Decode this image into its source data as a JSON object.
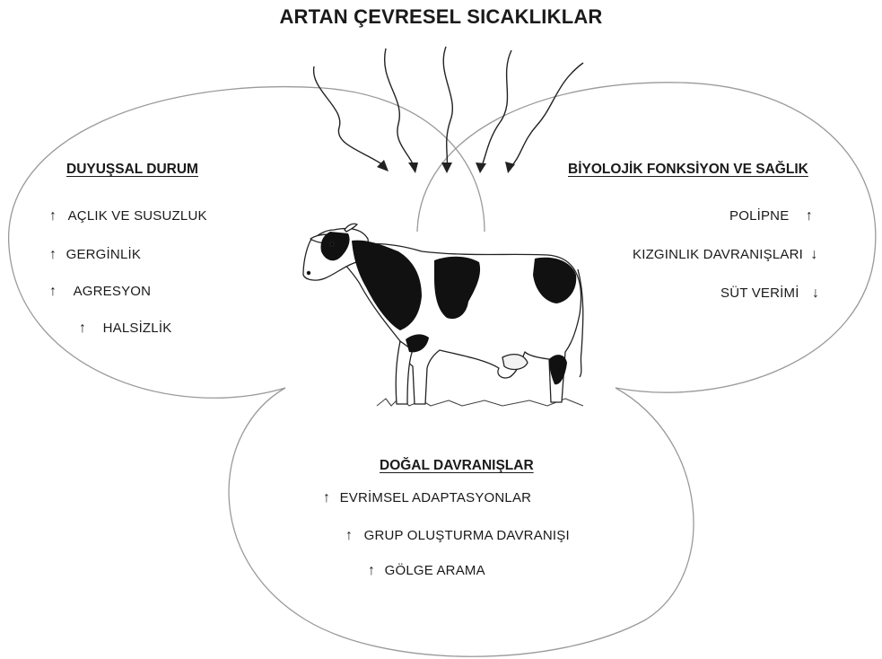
{
  "title": "ARTAN ÇEVRESEL SICAKLIKLAR",
  "sections": {
    "sensory": {
      "heading": "DUYUŞSAL DURUM",
      "items": [
        {
          "arrow": "↑",
          "label": "AÇLIK VE SUSUZLUK"
        },
        {
          "arrow": "↑",
          "label": "GERGİNLİK"
        },
        {
          "arrow": "↑",
          "label": "AGRESYON"
        },
        {
          "arrow": "↑",
          "label": "HALSİZLİK"
        }
      ]
    },
    "biological": {
      "heading": "BİYOLOJİK FONKSİYON VE SAĞLIK",
      "items": [
        {
          "arrow": "↑",
          "label": "POLİPNE"
        },
        {
          "arrow": "↓",
          "label": "KIZGINLIK DAVRANIŞLARI"
        },
        {
          "arrow": "↓",
          "label": "SÜT VERİMİ"
        }
      ]
    },
    "natural": {
      "heading": "DOĞAL DAVRANIŞLAR",
      "items": [
        {
          "arrow": "↑",
          "label": "EVRİMSEL ADAPTASYONLAR"
        },
        {
          "arrow": "↑",
          "label": "GRUP OLUŞTURMA DAVRANIŞI"
        },
        {
          "arrow": "↑",
          "label": "GÖLGE ARAMA"
        }
      ]
    }
  },
  "icons": {
    "illustration": "holstein-cow",
    "heat_arrows": "wavy-arrow"
  }
}
